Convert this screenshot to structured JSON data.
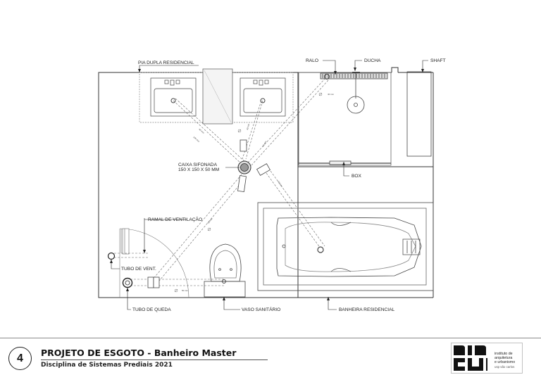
{
  "drawing": {
    "labels": {
      "pia": "PIA DUPLA RESIDENCIAL",
      "ralo": "RALO",
      "ducha": "DUCHA",
      "shaft": "SHAFT",
      "caixa_line1": "CAIXA SIFONADA",
      "caixa_line2": "150 X 150 X 50 MM",
      "box": "BOX",
      "ramal": "RAMAL DE VENTILAÇÃO",
      "tubo_vent": "TUBO DE VENT.",
      "tubo_queda": "TUBO DE QUEDA",
      "vaso": "VASO SANITÁRIO",
      "banheira": "BANHEIRA RESIDENCIAL"
    },
    "pipe_notes": {
      "n1": "40 mm",
      "n2": "40 mm",
      "n3": "40 mm",
      "n4": "40 mm",
      "n5": "50 mm",
      "n6": "50 mm",
      "n7": "40 mm",
      "n8": "100 mm"
    }
  },
  "footer": {
    "sheet_number": "4",
    "title": "PROJETO DE ESGOTO - Banheiro Master",
    "subtitle": "Disciplina de Sistemas Prediais 2021",
    "logo": {
      "line1": "instituto de",
      "line2": "arquitetura",
      "line3": "e urbanismo",
      "line4": "usp são carlos"
    }
  }
}
